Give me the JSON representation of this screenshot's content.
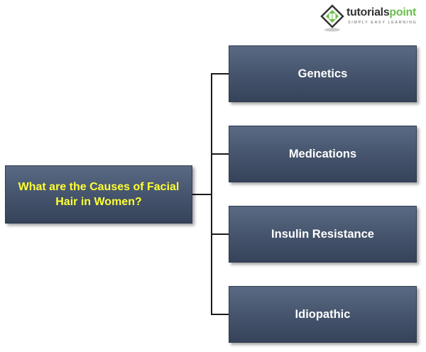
{
  "logo": {
    "brand_part1": "tutorials",
    "brand_part2": "point",
    "tagline": "SIMPLY EASY LEARNING",
    "icon": "tutorialspoint-logo-icon",
    "accent_color": "#6abf4b"
  },
  "diagram": {
    "root": "What are the Causes of Facial Hair in Women?",
    "children": [
      "Genetics",
      "Medications",
      "Insulin Resistance",
      "Idiopathic"
    ],
    "colors": {
      "box_fill": "#44536b",
      "root_text": "#ffff33",
      "child_text": "#ffffff",
      "connector": "#1a1a1a"
    }
  }
}
